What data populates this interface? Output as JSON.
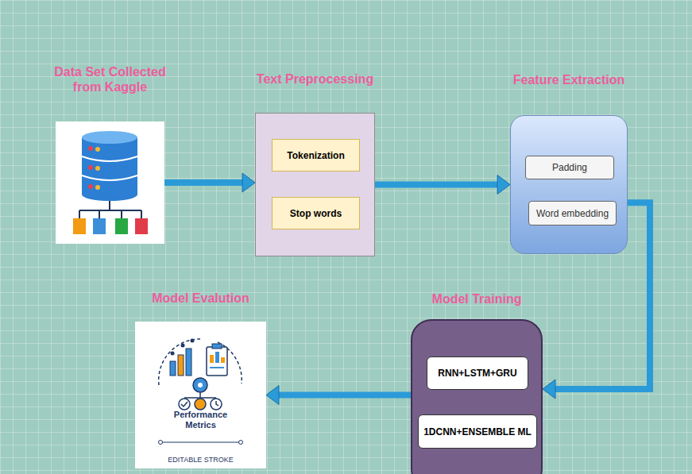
{
  "diagram": {
    "nodes": [
      {
        "text": [
          "Data Set Collected from Kaggle"
        ]
      },
      {
        "text": [
          "Text Preprocessing"
        ]
      },
      {
        "text": [
          "Tokenization"
        ],
        "in": 1
      },
      {
        "text": [
          "Stop words"
        ],
        "in": 1
      },
      {
        "text": [
          "Feature Extraction"
        ]
      },
      {
        "text": [
          "Padding"
        ],
        "in": 4
      },
      {
        "text": [
          "Word embedding"
        ],
        "in": 4
      },
      {
        "text": [
          "Model Training"
        ]
      },
      {
        "text": [
          "RNN+LSTM+GRU"
        ],
        "in": 7
      },
      {
        "text": [
          "1DCNN+ENSEMBLE ML"
        ],
        "in": 7
      },
      {
        "text": [
          "Model Evalution",
          "Performance Metrics",
          "EDITABLE STROKE"
        ]
      }
    ],
    "edges": [
      {
        "from": 0,
        "to": 1,
        "arrow": "to"
      },
      {
        "from": 1,
        "to": 4,
        "arrow": "to"
      },
      {
        "from": 4,
        "to": 7,
        "arrow": "to"
      },
      {
        "from": 7,
        "to": 10,
        "arrow": "to"
      }
    ]
  }
}
